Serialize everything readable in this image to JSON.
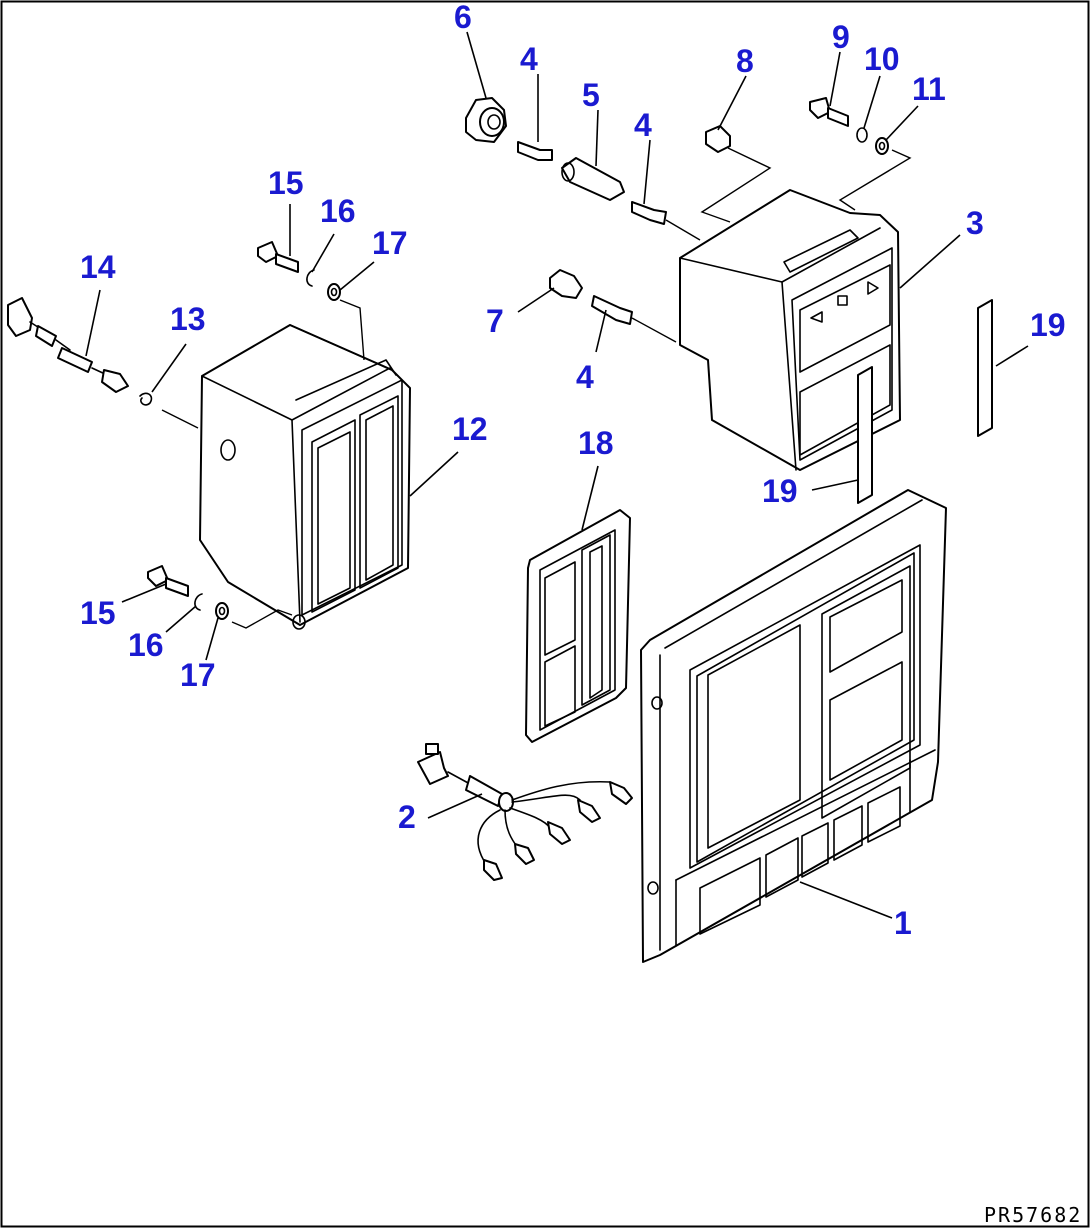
{
  "callouts": [
    {
      "id": "c1",
      "text": "1"
    },
    {
      "id": "c2",
      "text": "2"
    },
    {
      "id": "c3",
      "text": "3"
    },
    {
      "id": "c4a",
      "text": "4"
    },
    {
      "id": "c4b",
      "text": "4"
    },
    {
      "id": "c4c",
      "text": "4"
    },
    {
      "id": "c5",
      "text": "5"
    },
    {
      "id": "c6",
      "text": "6"
    },
    {
      "id": "c7",
      "text": "7"
    },
    {
      "id": "c8",
      "text": "8"
    },
    {
      "id": "c9",
      "text": "9"
    },
    {
      "id": "c10",
      "text": "10"
    },
    {
      "id": "c11",
      "text": "11"
    },
    {
      "id": "c12",
      "text": "12"
    },
    {
      "id": "c13",
      "text": "13"
    },
    {
      "id": "c14",
      "text": "14"
    },
    {
      "id": "c15a",
      "text": "15"
    },
    {
      "id": "c15b",
      "text": "15"
    },
    {
      "id": "c16a",
      "text": "16"
    },
    {
      "id": "c16b",
      "text": "16"
    },
    {
      "id": "c17a",
      "text": "17"
    },
    {
      "id": "c17b",
      "text": "17"
    },
    {
      "id": "c18",
      "text": "18"
    },
    {
      "id": "c19a",
      "text": "19"
    },
    {
      "id": "c19b",
      "text": "19"
    }
  ],
  "drawing_ref": "PR57682",
  "colors": {
    "callout": "#1a1ad0",
    "line": "#000000",
    "background": "#ffffff"
  }
}
